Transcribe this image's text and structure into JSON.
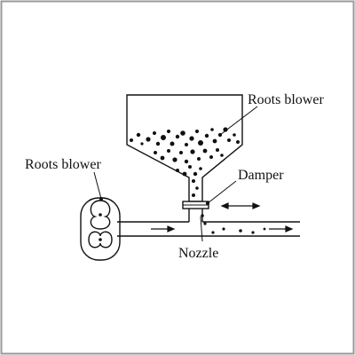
{
  "diagram": {
    "labels": {
      "blower_left": "Roots blower",
      "blower_hopper": "Roots blower",
      "damper": "Damper",
      "nozzle": "Nozzle"
    },
    "colors": {
      "line": "#111111",
      "border": "#9a9a9a",
      "background": "#ffffff"
    }
  }
}
